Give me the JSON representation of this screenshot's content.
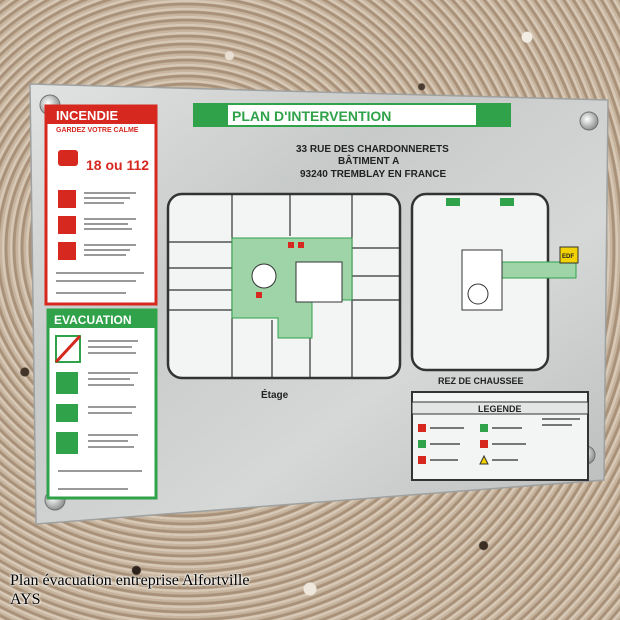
{
  "caption": {
    "line1": "Plan évacuation entreprise Alfortville",
    "line2": "AYS"
  },
  "sign": {
    "title": "PLAN D'INTERVENTION",
    "address_line1": "33 RUE DES CHARDONNERETS",
    "address_line2": "BÂTIMENT A",
    "address_line3": "93240 TREMBLAY EN FRANCE",
    "plan_label_floor": "Étage",
    "plan_label_ground": "REZ DE CHAUSSEE",
    "edf_label": "EDF",
    "legend_title": "LEGENDE",
    "incendie": {
      "title": "INCENDIE",
      "subtitle": "GARDEZ VOTRE CALME",
      "numbers": "18 ou 112"
    },
    "evacuation": {
      "title": "EVACUATION"
    }
  },
  "colors": {
    "red": "#d6281f",
    "green": "#2fa24a",
    "yellow": "#f2d200",
    "plate": "#c9cccb"
  }
}
